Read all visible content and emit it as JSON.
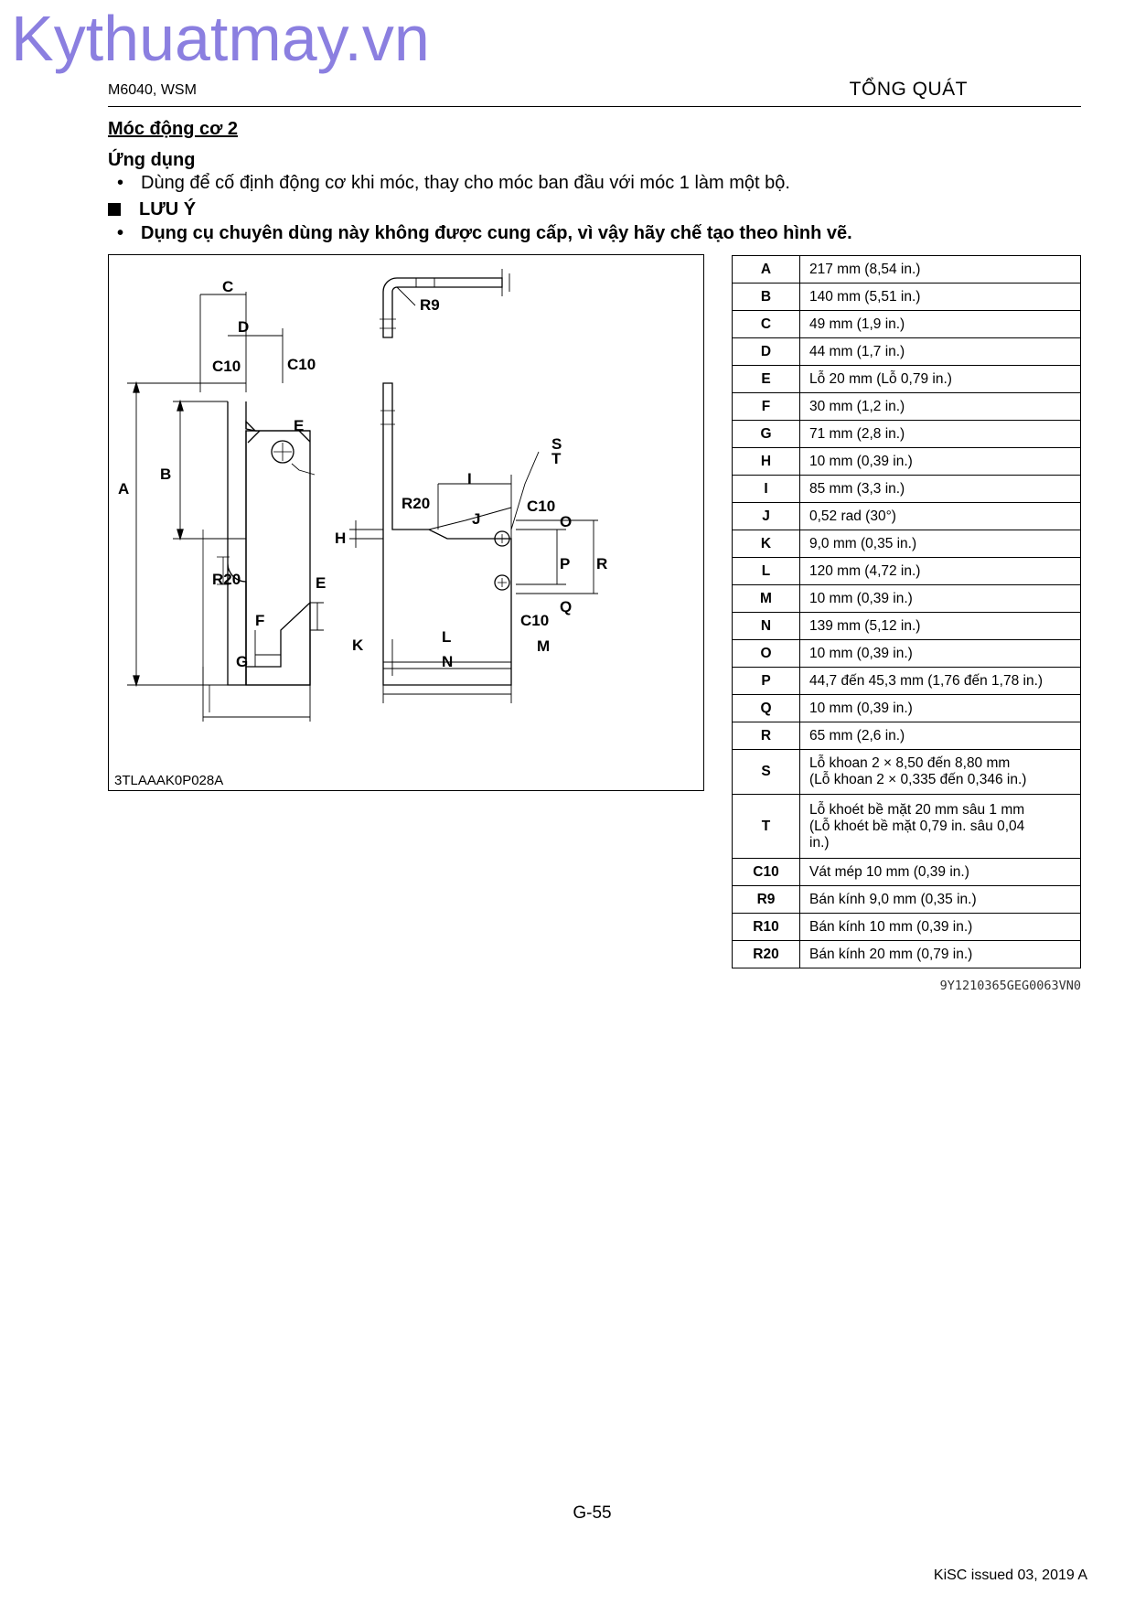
{
  "watermark": "Kythuatmay.vn",
  "header": {
    "left": "M6040, WSM",
    "right": "TỔNG QUÁT"
  },
  "section_title": "Móc động cơ 2",
  "application": {
    "title": "Ứng dụng",
    "bullet": "Dùng để cố định động cơ khi móc, thay cho móc ban đầu với móc 1 làm một bộ."
  },
  "note": {
    "title": "LƯU Ý",
    "bullet": "Dụng cụ chuyên dùng này không được cung cấp, vì vậy hãy chế tạo theo hình vẽ."
  },
  "bullet_symbol": "•",
  "figure": {
    "label": "3TLAAAK0P028A",
    "callouts": {
      "A": "A",
      "B": "B",
      "C": "C",
      "D": "D",
      "E1": "E",
      "E2": "E",
      "F": "F",
      "G": "G",
      "H": "H",
      "I": "I",
      "J": "J",
      "K": "K",
      "L": "L",
      "M": "M",
      "N": "N",
      "O": "O",
      "P": "P",
      "Q": "Q",
      "R": "R",
      "S": "S",
      "T": "T",
      "C10a": "C10",
      "C10b": "C10",
      "C10c": "C10",
      "C10d": "C10",
      "R20a": "R20",
      "R20b": "R20",
      "R9": "R9"
    }
  },
  "specs": [
    {
      "key": "A",
      "value": "217 mm (8,54 in.)"
    },
    {
      "key": "B",
      "value": "140 mm (5,51 in.)"
    },
    {
      "key": "C",
      "value": "49 mm (1,9 in.)"
    },
    {
      "key": "D",
      "value": "44 mm (1,7 in.)"
    },
    {
      "key": "E",
      "value": "Lỗ 20 mm (Lỗ 0,79 in.)"
    },
    {
      "key": "F",
      "value": "30 mm (1,2 in.)"
    },
    {
      "key": "G",
      "value": "71 mm (2,8 in.)"
    },
    {
      "key": "H",
      "value": "10 mm (0,39 in.)"
    },
    {
      "key": "I",
      "value": "85 mm (3,3 in.)"
    },
    {
      "key": "J",
      "value": "0,52 rad (30°)"
    },
    {
      "key": "K",
      "value": "9,0 mm (0,35 in.)"
    },
    {
      "key": "L",
      "value": "120 mm (4,72 in.)"
    },
    {
      "key": "M",
      "value": "10 mm (0,39 in.)"
    },
    {
      "key": "N",
      "value": "139 mm (5,12 in.)"
    },
    {
      "key": "O",
      "value": "10 mm (0,39 in.)"
    },
    {
      "key": "P",
      "value": "44,7 đến 45,3 mm (1,76 đến 1,78 in.)"
    },
    {
      "key": "Q",
      "value": "10 mm (0,39 in.)"
    },
    {
      "key": "R",
      "value": "65 mm (2,6 in.)"
    },
    {
      "key": "S",
      "value": "Lỗ khoan 2 × 8,50 đến 8,80 mm",
      "value2": "(Lỗ khoan 2 × 0,335 đến 0,346 in.)"
    },
    {
      "key": "T",
      "value": "Lỗ khoét bề mặt 20 mm sâu 1 mm",
      "value2": "(Lỗ khoét bề mặt 0,79 in. sâu 0,04",
      "value3": "in.)"
    },
    {
      "key": "C10",
      "value": "Vát mép 10 mm (0,39 in.)"
    },
    {
      "key": "R9",
      "value": "Bán kính 9,0 mm (0,35 in.)"
    },
    {
      "key": "R10",
      "value": "Bán kính 10 mm (0,39 in.)"
    },
    {
      "key": "R20",
      "value": "Bán kính 20 mm (0,79 in.)"
    }
  ],
  "ref_code": "9Y1210365GEG0063VN0",
  "page_number": "G-55",
  "footer": "KiSC issued 03, 2019 A"
}
